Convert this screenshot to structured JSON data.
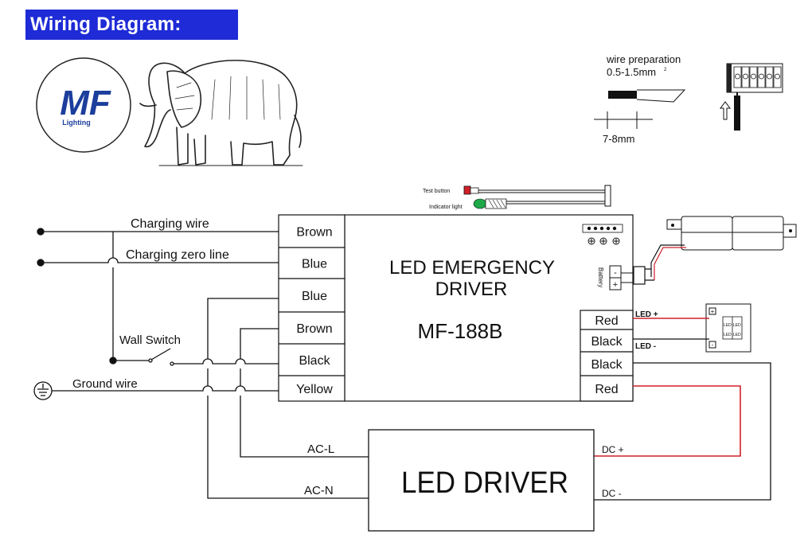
{
  "heading": "Wiring Diagram:",
  "logo": {
    "letters": "MF",
    "subtitle": "Lighting"
  },
  "wire_prep": {
    "title": "wire preparation",
    "size": "0.5-1.5mm",
    "size_sup": "2",
    "strip": "7-8mm"
  },
  "test_button": "Test button",
  "indicator_light": "Indicator light",
  "emergency_driver": {
    "line1": "LED EMERGENCY",
    "line2": "DRIVER",
    "model": "MF-188B",
    "battery_label": "Battery",
    "battery_neg": "-",
    "battery_pos": "+",
    "inputs": [
      "Brown",
      "Blue",
      "Blue",
      "Brown",
      "Black",
      "Yellow"
    ],
    "outputs": [
      "Red",
      "Black",
      "Black",
      "Red"
    ]
  },
  "wires": {
    "charging": "Charging wire",
    "charging_zero": "Charging zero line",
    "wall_switch": "Wall Switch",
    "ground": "Ground wire"
  },
  "led_driver": {
    "title": "LED DRIVER",
    "ac_l": "AC-L",
    "ac_n": "AC-N",
    "dc_plus": "DC +",
    "dc_minus": "DC -"
  },
  "led_out": {
    "plus": "LED +",
    "minus": "LED -"
  },
  "colors": {
    "heading_bg": "#1e2bd6",
    "wire": "#000000",
    "red_wire": "#d0202a",
    "logo": "#1c3e9c",
    "indicator": "#1fa84a",
    "test_button": "#d0202a"
  }
}
